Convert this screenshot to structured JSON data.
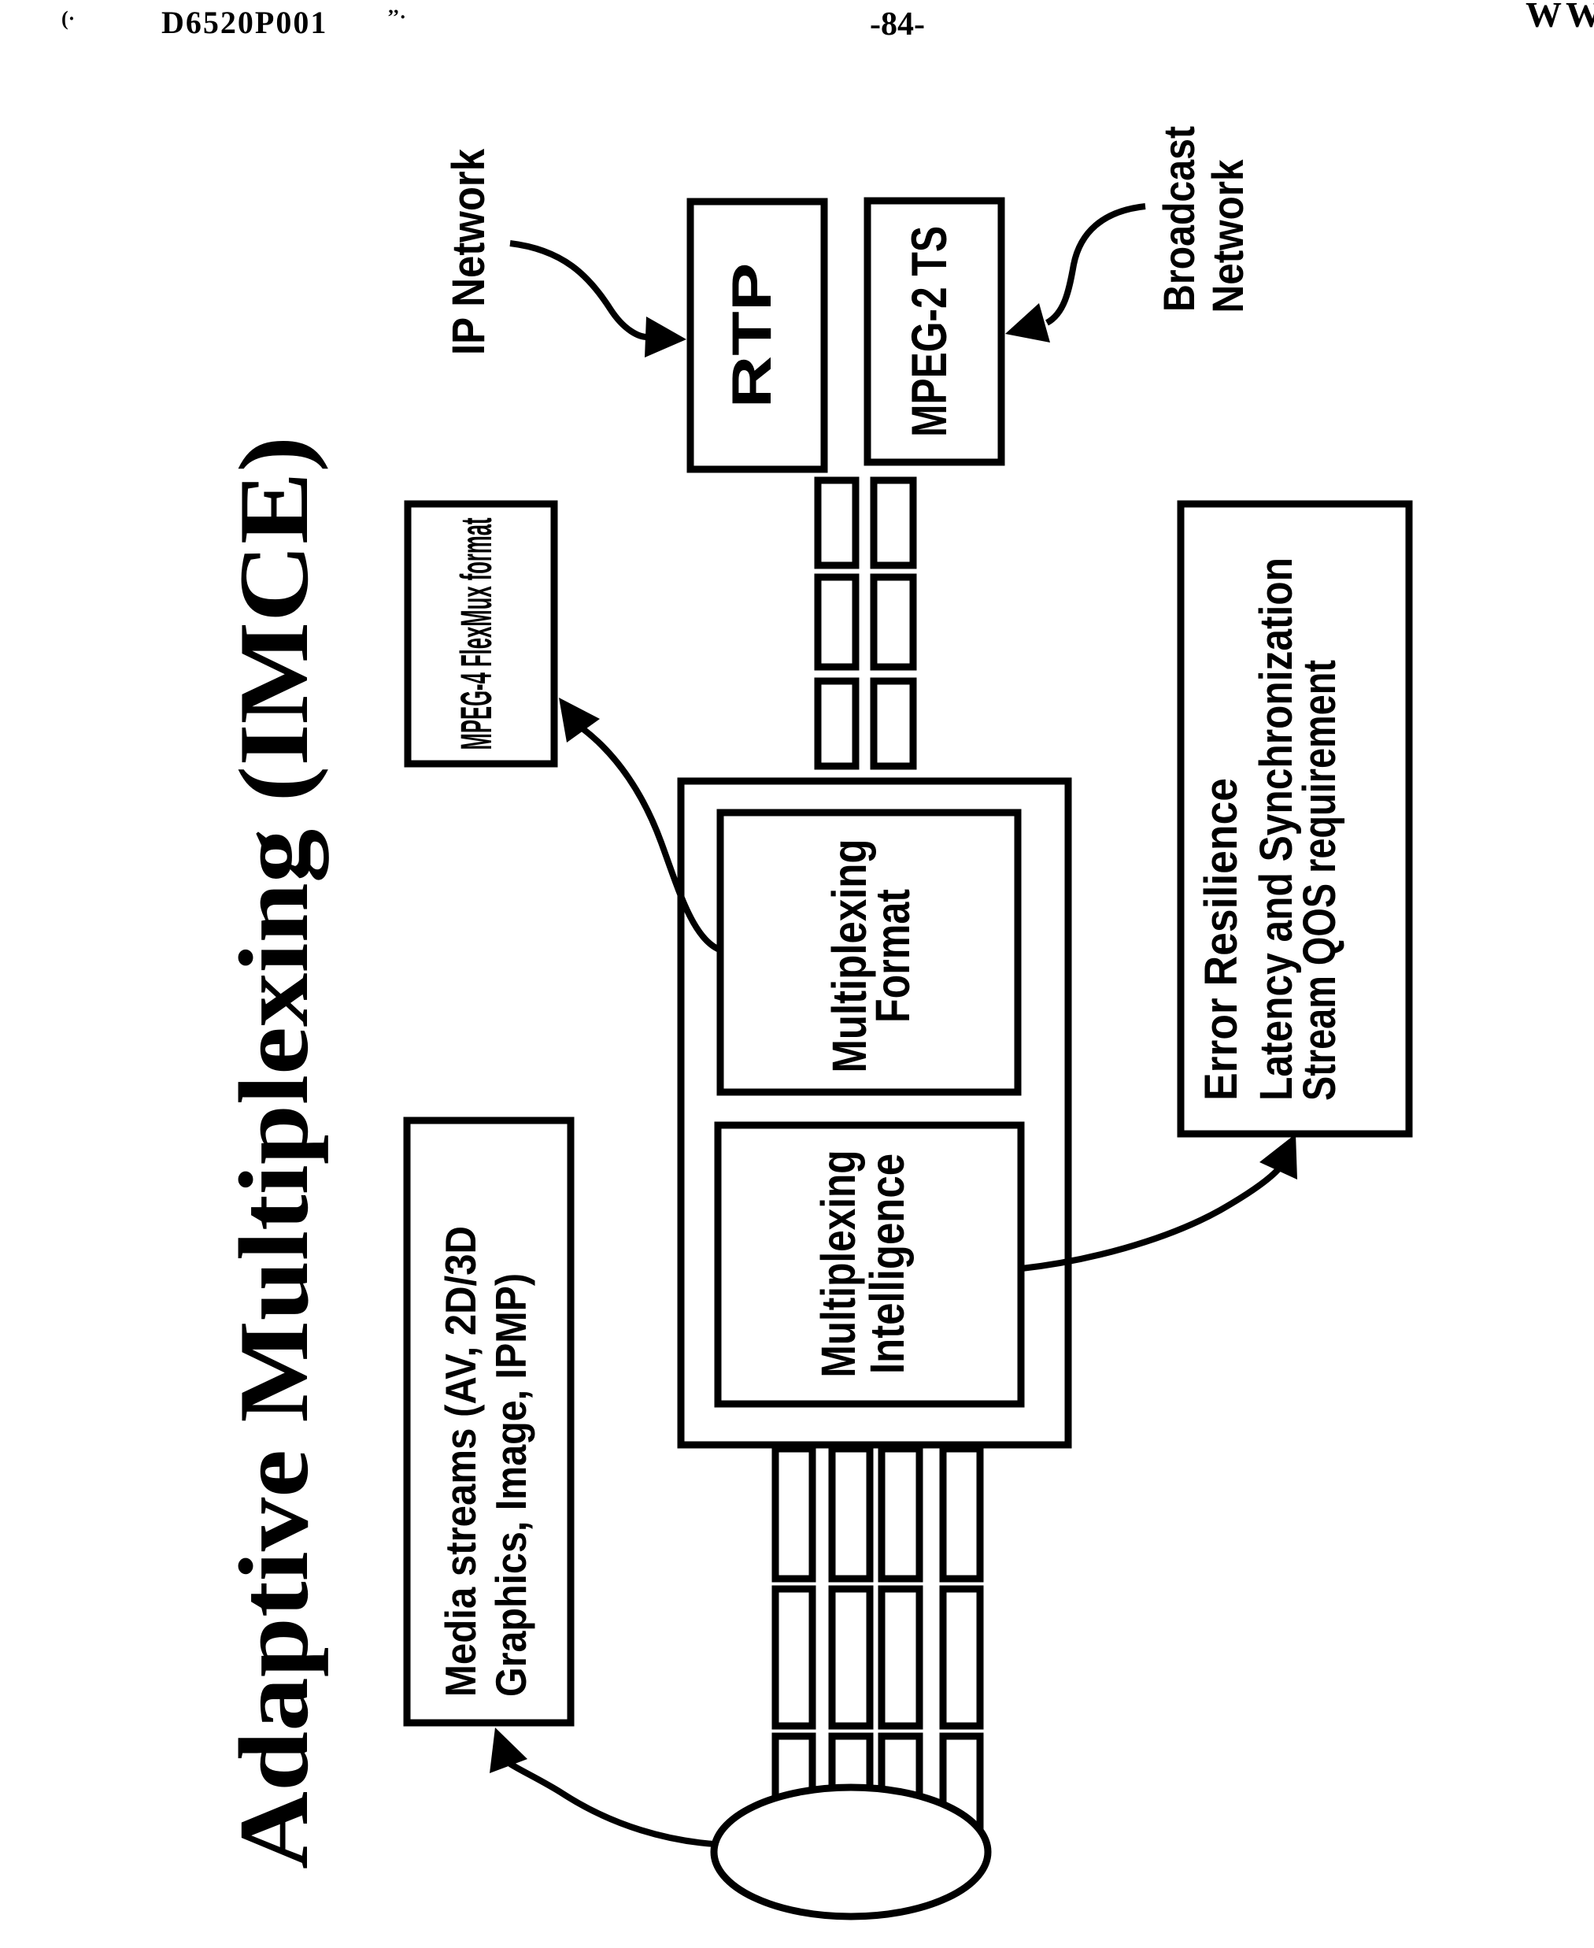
{
  "header": {
    "left_mark": "(·",
    "docket": "D6520P001",
    "after_docket_mark": "’’·",
    "page_number": "-84-",
    "corner_text": "WWS"
  },
  "title": "Adaptive Multiplexing (IMCE)",
  "colors": {
    "ink": "#000000",
    "paper": "#ffffff"
  },
  "diagram": {
    "io_labels": {
      "ip_network": "IP Network",
      "broadcast_line1": "Broadcast",
      "broadcast_line2": "Network"
    },
    "boxes": {
      "rtp": {
        "label": "RTP"
      },
      "mpeg2ts": {
        "label": "MPEG-2 TS"
      },
      "flexmux": {
        "label": "MPEG-4 FlexMux format"
      },
      "media_streams": {
        "line1": "Media streams (AV, 2D/3D",
        "line2": "Graphics, Image, IPMP)"
      },
      "mux_format": {
        "line1": "Multiplexing",
        "line2": "Format"
      },
      "mux_intelligence": {
        "line1": "Multiplexing",
        "line2": "Intelligence"
      },
      "requirements": {
        "line1": "Error Resilience",
        "line2": "Latency and Synchronization",
        "line3": "Stream QOS requirement"
      }
    }
  }
}
